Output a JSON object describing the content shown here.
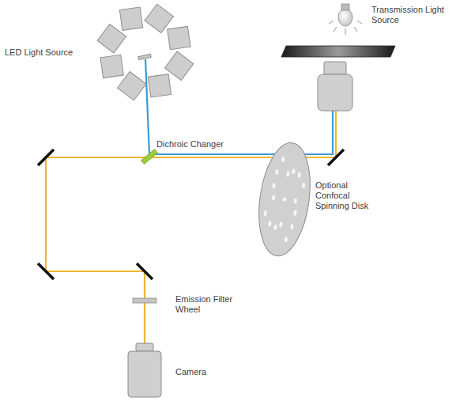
{
  "diagram": {
    "labels": [
      "LED Light Source",
      "Transmission Light Source",
      "Dichroic Changer",
      "Optional Confocal Spinning Disk",
      "Emission Filter Wheel",
      "Camera"
    ]
  }
}
